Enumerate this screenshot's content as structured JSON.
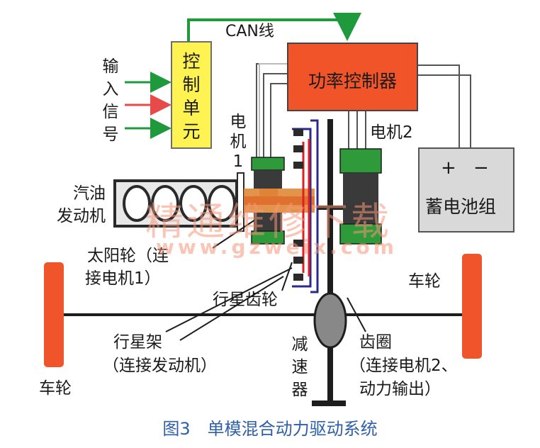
{
  "labels": {
    "can_line": "CAN线",
    "input_signal": "输入信号",
    "control_unit": "控制单元",
    "power_controller": "功率控制器",
    "motor1": "电机1",
    "motor2": "电机2",
    "battery_sign": "+ −",
    "battery": "蓄电池组",
    "engine_line1": "汽油",
    "engine_line2": "发动机",
    "sun_gear_line1": "太阳轮（连",
    "sun_gear_line2": "接电机1）",
    "planet_gear": "行星齿轮",
    "planet_carrier_line1": "行星架",
    "planet_carrier_line2": "（连接发动机）",
    "reducer": "减速器",
    "ring_gear_line1": "齿圈",
    "ring_gear_line2": "（连接电机2、",
    "ring_gear_line3": "动力输出）",
    "wheel_left": "车轮",
    "wheel_right": "车轮"
  },
  "caption": "图3　单模混合动力驱动系统",
  "watermark": {
    "text": "精通维修下载",
    "url": "www.gzweix.com"
  },
  "colors": {
    "control_unit": "#fff352",
    "power_controller": "#f2542a",
    "battery": "#d9d9d9",
    "wheel": "#f0542a",
    "motor_green": "#2e9a3a",
    "signal_green": "#1e9a3c",
    "signal_red": "#e84a4a",
    "carrier_blue": "#2a2a8c",
    "ring_red": "#e02020",
    "caption": "#2e5fa8"
  }
}
